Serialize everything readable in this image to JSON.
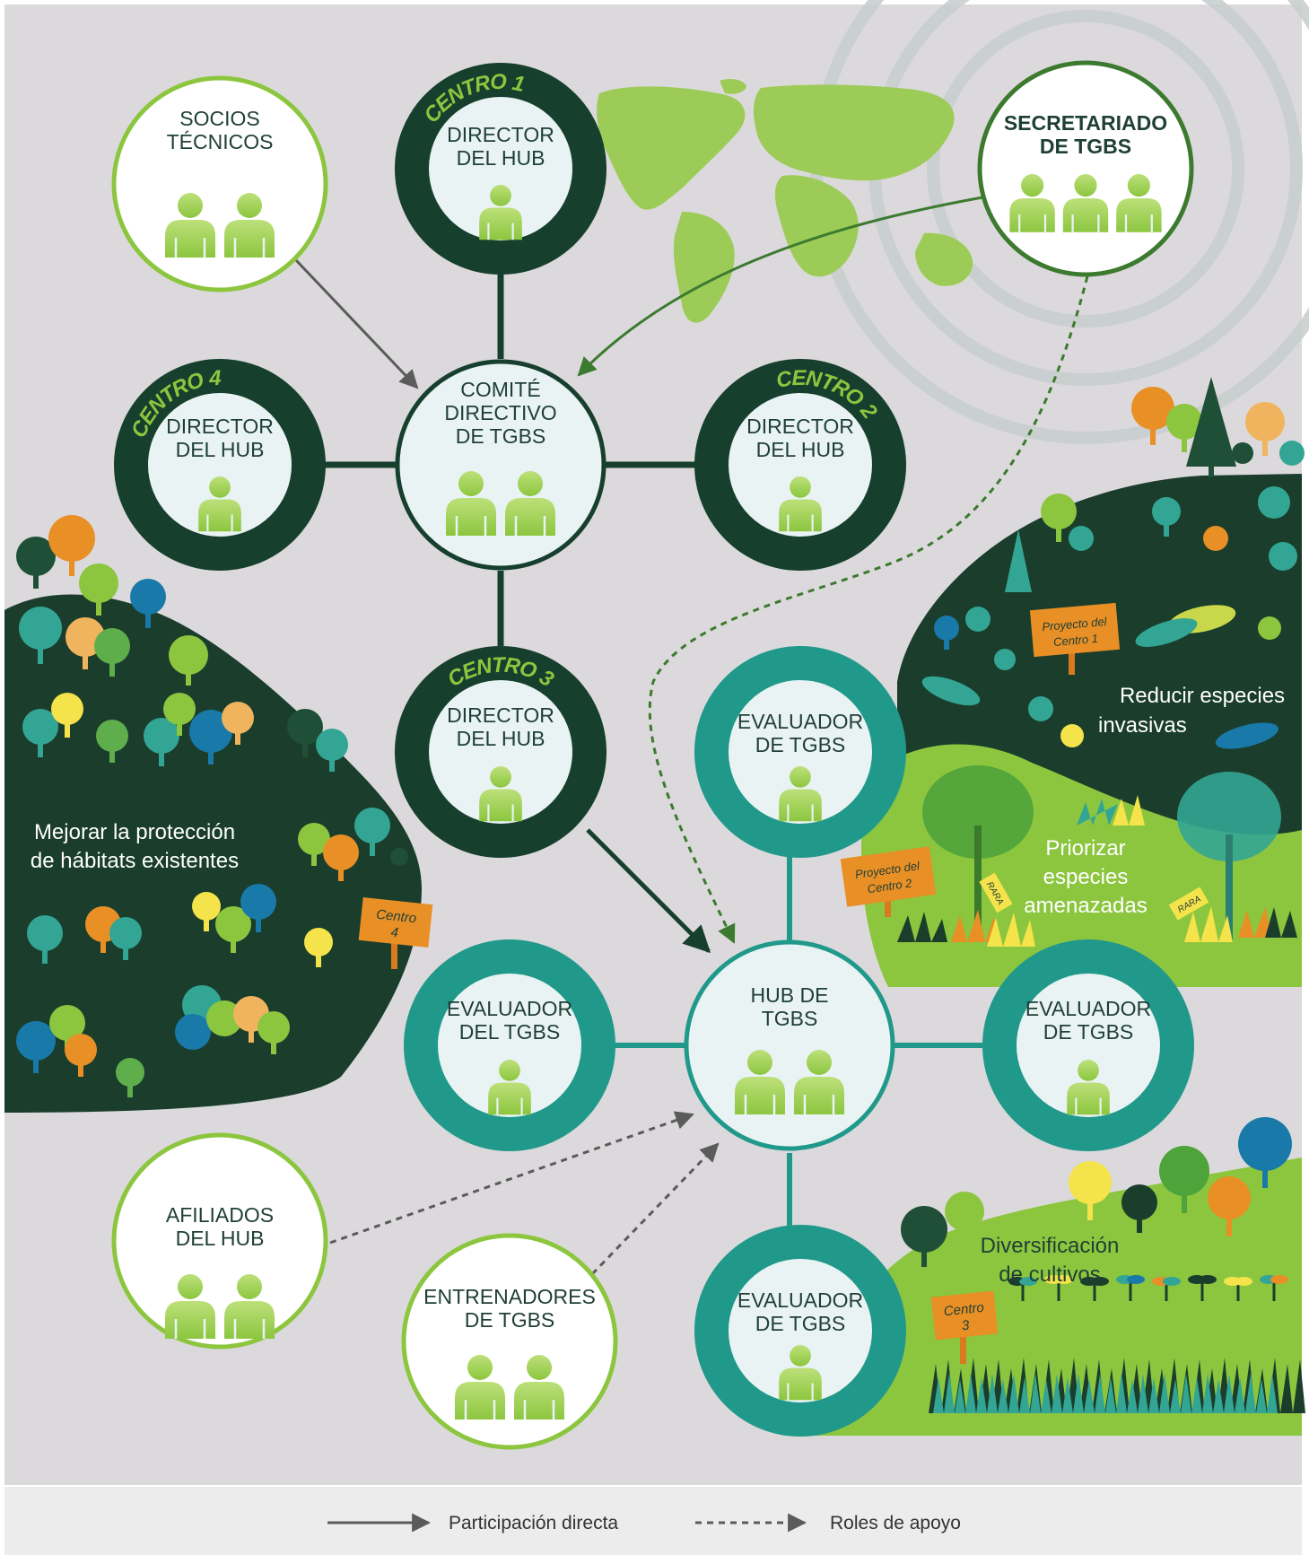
{
  "nodes": {
    "socios": {
      "lines": [
        "SOCIOS",
        "TÉCNICOS"
      ],
      "people": 2
    },
    "hub1": {
      "center": "CENTRO 1",
      "lines": [
        "DIRECTOR",
        "DEL HUB"
      ],
      "people": 1
    },
    "secretariado": {
      "lines": [
        "SECRETARIADO",
        "DE TGBS"
      ],
      "people": 3
    },
    "hub4": {
      "center": "CENTRO 4",
      "lines": [
        "DIRECTOR",
        "DEL HUB"
      ],
      "people": 1
    },
    "comite": {
      "lines": [
        "COMITÉ",
        "DIRECTIVO",
        "DE TGBS"
      ],
      "people": 2
    },
    "hub2": {
      "center": "CENTRO 2",
      "lines": [
        "DIRECTOR",
        "DEL HUB"
      ],
      "people": 1
    },
    "hub3": {
      "center": "CENTRO 3",
      "lines": [
        "DIRECTOR",
        "DEL HUB"
      ],
      "people": 1
    },
    "eval_top": {
      "lines": [
        "EVALUADOR",
        "DE TGBS"
      ],
      "people": 1
    },
    "eval_left": {
      "lines": [
        "EVALUADOR",
        "DEL TGBS"
      ],
      "people": 1
    },
    "hub_tgbs": {
      "lines": [
        "HUB DE",
        "TGBS"
      ],
      "people": 2
    },
    "eval_right": {
      "lines": [
        "EVALUADOR",
        "DE TGBS"
      ],
      "people": 1
    },
    "eval_bottom": {
      "lines": [
        "EVALUADOR",
        "DE TGBS"
      ],
      "people": 1
    },
    "afiliados": {
      "lines": [
        "AFILIADOS",
        "DEL HUB"
      ],
      "people": 2
    },
    "entrenadores": {
      "lines": [
        "ENTRENADORES",
        "DE TGBS"
      ],
      "people": 2
    }
  },
  "regions": {
    "habitats": [
      "Mejorar la protección",
      "de hábitats existentes"
    ],
    "invasivas": [
      "Reducir especies",
      "invasivas"
    ],
    "amenazadas": [
      "Priorizar",
      "especies",
      "amenazadas"
    ],
    "cultivos": [
      "Diversificación",
      "de cultivos"
    ]
  },
  "signs": {
    "centro4": [
      "Centro",
      "4"
    ],
    "proyecto1": [
      "Proyecto del",
      "Centro 1"
    ],
    "proyecto2": [
      "Proyecto del",
      "Centro 2"
    ],
    "centro3": [
      "Centro",
      "3"
    ],
    "rara": "RARA"
  },
  "legend": {
    "direct": "Participación directa",
    "support": "Roles de apoyo"
  },
  "colors": {
    "background": "#dcd9dc",
    "dark_green": "#173f2d",
    "teal": "#21998a",
    "light_green": "#8cc63f",
    "pale_fill": "#e9f3f4",
    "person": "#a5cf5e",
    "text": "#1f3f35",
    "dashed_green": "#3c7a2f",
    "arrow_gray": "#5b5b5b",
    "legend_bg": "#ececec"
  }
}
